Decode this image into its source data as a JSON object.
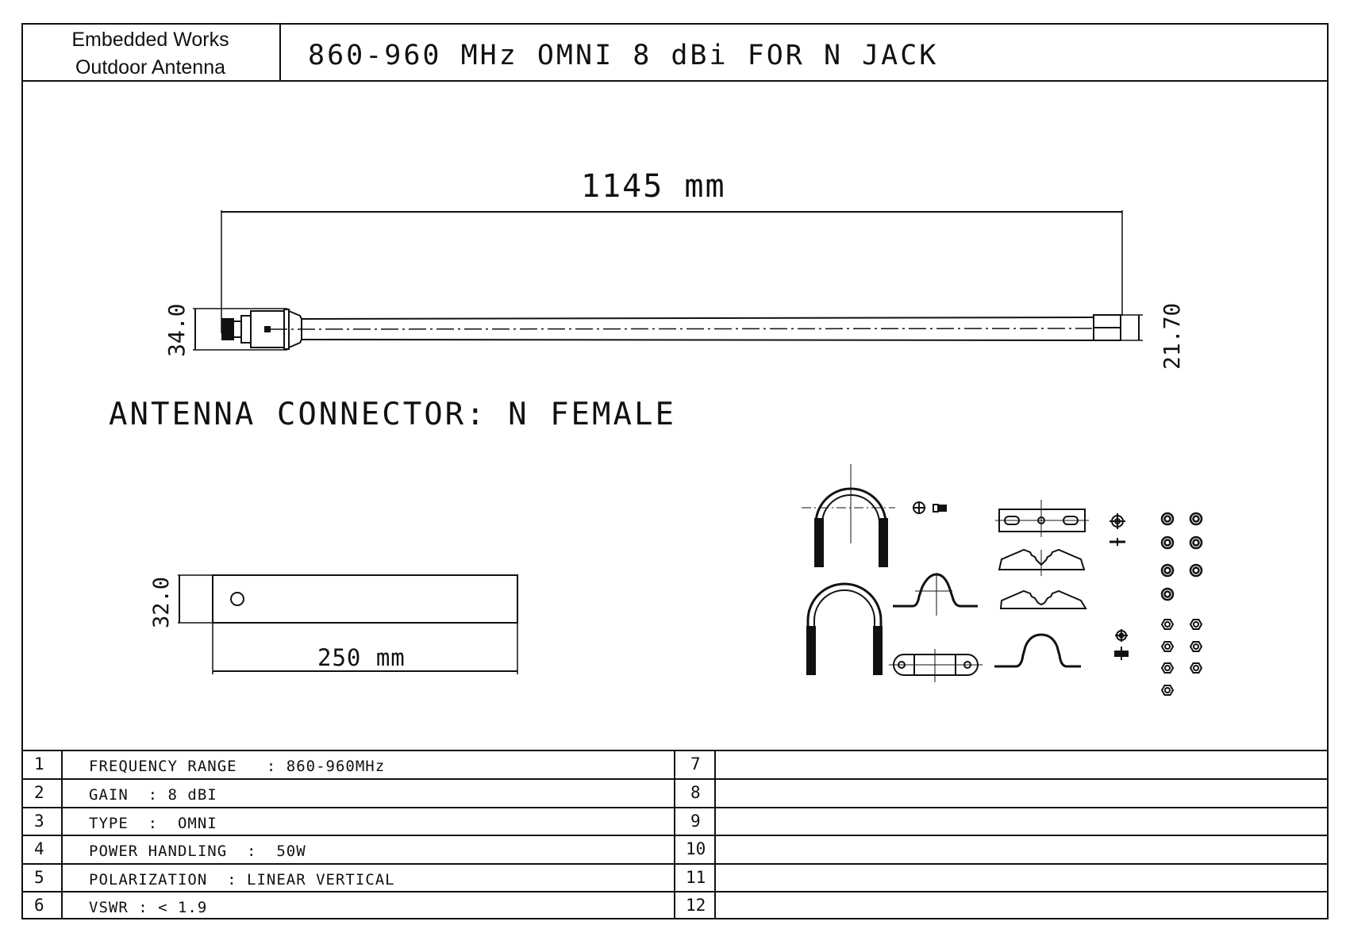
{
  "header": {
    "brand_line1": "Embedded Works",
    "brand_line2": "Outdoor Antenna",
    "title": "860-960 MHz ΟMNI 8 dBi FΟR N JACK"
  },
  "drawing": {
    "antenna_length": "1145 mm",
    "connector_diameter": "34.0",
    "tip_diameter": "21.70",
    "connector_note": "ANTENNA CONNECTOR: N FEMALE",
    "bracket_width": "32.0",
    "bracket_length": "250 mm"
  },
  "hardware": {
    "items": [
      "u-bolt-large",
      "u-bolt-small",
      "screw",
      "clamp-saddle",
      "clamp-plate",
      "v-block-upper",
      "v-block-lower",
      "saddle-clamp",
      "bolt",
      "washers",
      "hex-nuts"
    ]
  },
  "spec_table": {
    "left": [
      {
        "num": "1",
        "text": "FREQUENCY RANGE   : 860-960MHz"
      },
      {
        "num": "2",
        "text": "GAIN  : 8 dBI"
      },
      {
        "num": "3",
        "text": "TYPE  :  ΟMNI"
      },
      {
        "num": "4",
        "text": "POWER HANDLING  :  50W"
      },
      {
        "num": "5",
        "text": "POLARIZATION  : LINEAR VERTICAL"
      },
      {
        "num": "6",
        "text": "VSWR : < 1.9"
      }
    ],
    "right": [
      {
        "num": "7",
        "text": ""
      },
      {
        "num": "8",
        "text": ""
      },
      {
        "num": "9",
        "text": ""
      },
      {
        "num": "10",
        "text": ""
      },
      {
        "num": "11",
        "text": ""
      },
      {
        "num": "12",
        "text": ""
      }
    ]
  }
}
